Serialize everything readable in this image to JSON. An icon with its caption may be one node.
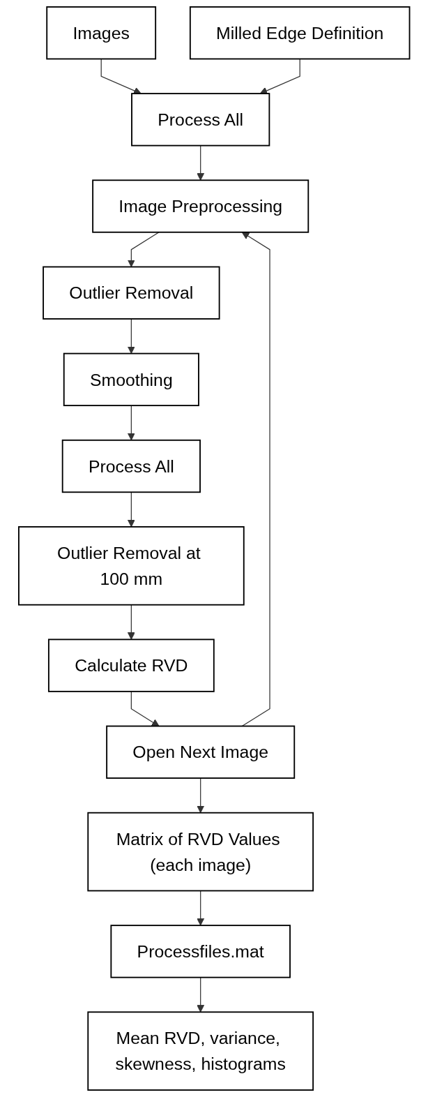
{
  "diagram": {
    "nodes": [
      {
        "text": [
          "Images"
        ]
      },
      {
        "text": [
          "Milled Edge Definition"
        ]
      },
      {
        "text": [
          "Process All"
        ]
      },
      {
        "text": [
          "Image Preprocessing"
        ]
      },
      {
        "text": [
          "Outlier Removal"
        ]
      },
      {
        "text": [
          "Smoothing"
        ]
      },
      {
        "text": [
          "Process All"
        ]
      },
      {
        "text": [
          "Outlier Removal at 100 mm"
        ]
      },
      {
        "text": [
          "Calculate RVD"
        ]
      },
      {
        "text": [
          "Open Next Image"
        ]
      },
      {
        "text": [
          "Matrix of RVD Values (each image)"
        ]
      },
      {
        "text": [
          "Processfiles.mat"
        ]
      },
      {
        "text": [
          "Mean RVD, variance, skewness, histograms"
        ]
      }
    ],
    "edges": [
      {
        "from": 0,
        "to": 2,
        "arrow": "to"
      },
      {
        "from": 1,
        "to": 2,
        "arrow": "to"
      },
      {
        "from": 2,
        "to": 3,
        "arrow": "to"
      },
      {
        "from": 3,
        "to": 4,
        "arrow": "to"
      },
      {
        "from": 4,
        "to": 5,
        "arrow": "to"
      },
      {
        "from": 5,
        "to": 6,
        "arrow": "to"
      },
      {
        "from": 6,
        "to": 7,
        "arrow": "to"
      },
      {
        "from": 7,
        "to": 8,
        "arrow": "to"
      },
      {
        "from": 8,
        "to": 9,
        "arrow": "to"
      },
      {
        "from": 9,
        "to": 3,
        "arrow": "to"
      },
      {
        "from": 9,
        "to": 10,
        "arrow": "to"
      },
      {
        "from": 10,
        "to": 11,
        "arrow": "to"
      },
      {
        "from": 11,
        "to": 12,
        "arrow": "to"
      }
    ]
  }
}
